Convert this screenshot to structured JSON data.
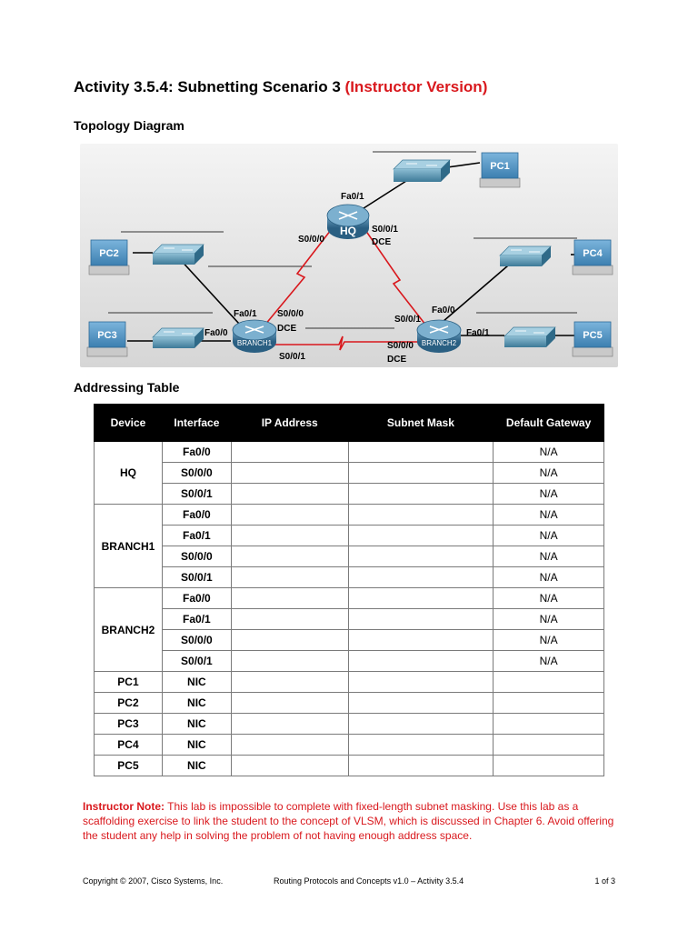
{
  "title": {
    "main": "Activity 3.5.4: Subnetting Scenario 3",
    "version": "(Instructor Version)"
  },
  "sections": {
    "topology": "Topology Diagram",
    "addressing": "Addressing Table"
  },
  "topology": {
    "routers": {
      "hq": "HQ",
      "branch1": "BRANCH1",
      "branch2": "BRANCH2"
    },
    "pcs": [
      "PC1",
      "PC2",
      "PC3",
      "PC4",
      "PC5"
    ],
    "labels": {
      "hq_fa01": "Fa0/1",
      "hq_s000": "S0/0/0",
      "hq_s001": "S0/0/1",
      "hq_dce": "DCE",
      "b1_fa01": "Fa0/1",
      "b1_fa00": "Fa0/0",
      "b1_s000": "S0/0/0",
      "b1_dce": "DCE",
      "b1_s001": "S0/0/1",
      "b2_fa00": "Fa0/0",
      "b2_s001": "S0/0/1",
      "b2_fa01": "Fa0/1",
      "b2_s000": "S0/0/0",
      "b2_dce": "DCE"
    },
    "colors": {
      "serial_link": "#d9181d",
      "ethernet_link": "#000000",
      "router": "#2f6a8e",
      "switch": "#4f8aa6",
      "pc_label": "#4a8fc0"
    }
  },
  "table": {
    "headers": [
      "Device",
      "Interface",
      "IP Address",
      "Subnet Mask",
      "Default Gateway"
    ],
    "groups": [
      {
        "device": "HQ",
        "rows": [
          {
            "interface": "Fa0/0",
            "gateway": "N/A"
          },
          {
            "interface": "S0/0/0",
            "gateway": "N/A"
          },
          {
            "interface": "S0/0/1",
            "gateway": "N/A"
          }
        ]
      },
      {
        "device": "BRANCH1",
        "rows": [
          {
            "interface": "Fa0/0",
            "gateway": "N/A"
          },
          {
            "interface": "Fa0/1",
            "gateway": "N/A"
          },
          {
            "interface": "S0/0/0",
            "gateway": "N/A"
          },
          {
            "interface": "S0/0/1",
            "gateway": "N/A"
          }
        ]
      },
      {
        "device": "BRANCH2",
        "rows": [
          {
            "interface": "Fa0/0",
            "gateway": "N/A"
          },
          {
            "interface": "Fa0/1",
            "gateway": "N/A"
          },
          {
            "interface": "S0/0/0",
            "gateway": "N/A"
          },
          {
            "interface": "S0/0/1",
            "gateway": "N/A"
          }
        ]
      },
      {
        "device": "PC1",
        "rows": [
          {
            "interface": "NIC",
            "gateway": ""
          }
        ]
      },
      {
        "device": "PC2",
        "rows": [
          {
            "interface": "NIC",
            "gateway": ""
          }
        ]
      },
      {
        "device": "PC3",
        "rows": [
          {
            "interface": "NIC",
            "gateway": ""
          }
        ]
      },
      {
        "device": "PC4",
        "rows": [
          {
            "interface": "NIC",
            "gateway": ""
          }
        ]
      },
      {
        "device": "PC5",
        "rows": [
          {
            "interface": "NIC",
            "gateway": ""
          }
        ]
      }
    ]
  },
  "note": {
    "label": "Instructor Note:",
    "text": "This lab is impossible to complete with fixed-length subnet masking. Use this lab as a scaffolding exercise to link the student to the concept of VLSM, which is discussed in Chapter 6. Avoid offering the student any help in solving the problem of not having enough address space."
  },
  "footer": {
    "copyright": "Copyright © 2007, Cisco Systems, Inc.",
    "course": "Routing Protocols and Concepts v1.0 – Activity 3.5.4",
    "page": "1 of 3"
  }
}
